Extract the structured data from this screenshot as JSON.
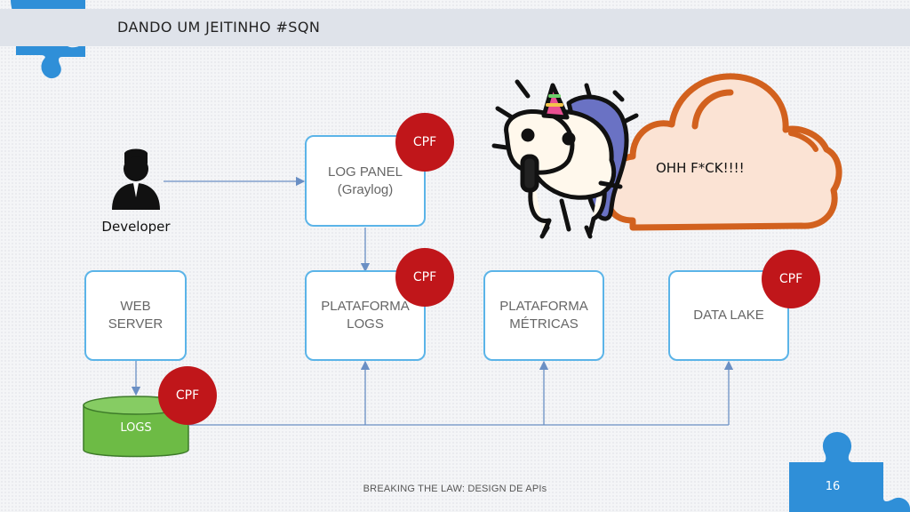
{
  "header": {
    "title": "DANDO UM JEITINHO #SQN"
  },
  "footer": {
    "text": "BREAKING THE LAW: DESIGN DE APIs",
    "page_number": "16"
  },
  "diagram": {
    "developer_label": "Developer",
    "nodes": {
      "log_panel": "LOG PANEL\n(Graylog)",
      "web_server": "WEB\nSERVER",
      "plataforma_logs": "PLATAFORMA\nLOGS",
      "plataforma_metricas": "PLATAFORMA\nMÉTRICAS",
      "data_lake": "DATA LAKE",
      "logs_db": "LOGS"
    },
    "badges": {
      "log_panel": "CPF",
      "plataforma_logs": "CPF",
      "data_lake": "CPF",
      "logs_db": "CPF"
    },
    "cloud_text": "OHH F*CK!!!!",
    "colors": {
      "box_border": "#5bb4e8",
      "badge": "#c0161a",
      "database": "#6dbb45",
      "cloud_fill": "#fbe3d4",
      "cloud_border": "#d2611e",
      "puzzle": "#2f8fd8",
      "arrow": "#6a8fc4"
    }
  }
}
